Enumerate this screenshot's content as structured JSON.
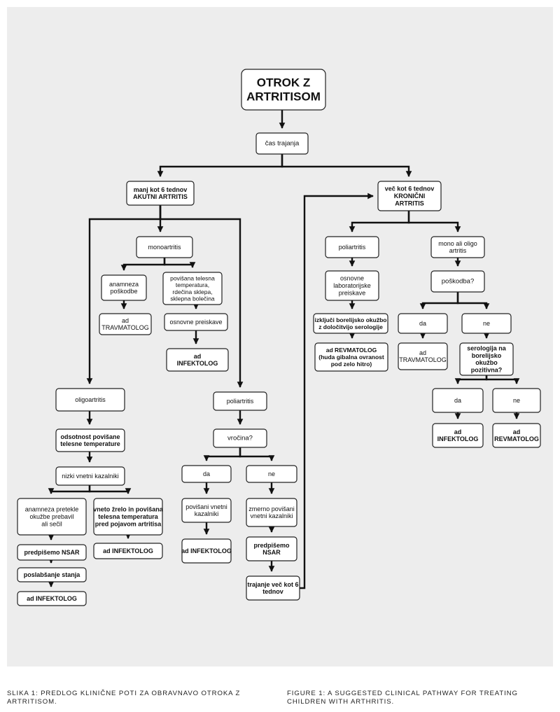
{
  "nodes": [
    {
      "id": "root",
      "lines": [
        "OTROK Z",
        "ARTRITISOM"
      ]
    },
    {
      "id": "cas",
      "lines": [
        "čas trajanja"
      ]
    },
    {
      "id": "akutni",
      "lines": [
        "manj kot 6 tednov",
        "AKUTNI ARTRITIS"
      ]
    },
    {
      "id": "kronicni",
      "lines": [
        "več kot 6 tednov",
        "KRONIČNI",
        "ARTRITIS"
      ]
    },
    {
      "id": "monoartritis",
      "lines": [
        "monoartritis"
      ]
    },
    {
      "id": "anamneza-poskodbe",
      "lines": [
        "anamneza",
        "poškodbe"
      ]
    },
    {
      "id": "povisana-temp",
      "lines": [
        "povišana telesna",
        "temperatura,",
        "rdečina sklepa,",
        "sklepna bolečina"
      ]
    },
    {
      "id": "ad-travmatolog-1",
      "lines": [
        "ad",
        "TRAVMATOLOG"
      ]
    },
    {
      "id": "osnovne-preiskave",
      "lines": [
        "osnovne preiskave"
      ]
    },
    {
      "id": "ad-infektolog-1",
      "lines": [
        "ad",
        "INFEKTOLOG"
      ]
    },
    {
      "id": "oligoartritis",
      "lines": [
        "oligoartritis"
      ]
    },
    {
      "id": "odsotnost",
      "lines": [
        "odsotnost povišane",
        "telesne temperature"
      ]
    },
    {
      "id": "nizki-kazalniki",
      "lines": [
        "nizki vnetni kazalniki"
      ]
    },
    {
      "id": "anamneza-pretekle",
      "lines": [
        "anamneza pretekle",
        "okužbe prebavil",
        "ali sečil"
      ]
    },
    {
      "id": "vneto-zrelo",
      "lines": [
        "vneto žrelo in povišana",
        "telesna temperatura",
        "pred pojavom artritisa"
      ]
    },
    {
      "id": "predpisemo-nsar-1",
      "lines": [
        "predpišemo NSAR"
      ]
    },
    {
      "id": "ad-infektolog-2",
      "lines": [
        "ad INFEKTOLOG"
      ]
    },
    {
      "id": "poslabsanje",
      "lines": [
        "poslabšanje stanja"
      ]
    },
    {
      "id": "ad-infektolog-3",
      "lines": [
        "ad INFEKTOLOG"
      ]
    },
    {
      "id": "poliartritis-akutni",
      "lines": [
        "poliartritis"
      ]
    },
    {
      "id": "vrocina",
      "lines": [
        "vročina?"
      ]
    },
    {
      "id": "da-vrocina",
      "lines": [
        "da"
      ]
    },
    {
      "id": "ne-vrocina",
      "lines": [
        "ne"
      ]
    },
    {
      "id": "povisani-kazalniki",
      "lines": [
        "povišani vnetni",
        "kazalniki"
      ]
    },
    {
      "id": "zmerno-povisani",
      "lines": [
        "zmerno povišani",
        "vnetni kazalniki"
      ]
    },
    {
      "id": "ad-infektolog-4",
      "lines": [
        "ad INFEKTOLOG"
      ]
    },
    {
      "id": "predpisemo-nsar-2",
      "lines": [
        "predpišemo",
        "NSAR"
      ]
    },
    {
      "id": "trajanje",
      "lines": [
        "trajanje več kot 6",
        "tednov"
      ]
    },
    {
      "id": "poliartritis-kronicni",
      "lines": [
        "poliartritis"
      ]
    },
    {
      "id": "mono-oligo",
      "lines": [
        "mono ali oligo",
        "artritis"
      ]
    },
    {
      "id": "osnovne-lab",
      "lines": [
        "osnovne",
        "laboratorijske",
        "preiskave"
      ]
    },
    {
      "id": "poskodba",
      "lines": [
        "poškodba?"
      ]
    },
    {
      "id": "izkljuci-borelijsko",
      "lines": [
        "izključi borelijsko okužbo",
        "z določitvijo serologije"
      ]
    },
    {
      "id": "da-poskodba",
      "lines": [
        "da"
      ]
    },
    {
      "id": "ne-poskodba",
      "lines": [
        "ne"
      ]
    },
    {
      "id": "ad-revmatolog-1",
      "lines": [
        "ad REVMATOLOG",
        "(huda gibalna ovranost",
        "pod zelo hitro)"
      ]
    },
    {
      "id": "ad-travmatolog-2",
      "lines": [
        "ad",
        "TRAVMATOLOG"
      ]
    },
    {
      "id": "serologija",
      "lines": [
        "serologija na",
        "borelijsko",
        "okužbo",
        "pozitivna?"
      ]
    },
    {
      "id": "da-serologija",
      "lines": [
        "da"
      ]
    },
    {
      "id": "ne-serologija",
      "lines": [
        "ne"
      ]
    },
    {
      "id": "ad-infektolog-5",
      "lines": [
        "ad",
        "INFEKTOLOG"
      ]
    },
    {
      "id": "ad-revmatolog-2",
      "lines": [
        "ad",
        "REVMATOLOG"
      ]
    }
  ],
  "edges": [
    [
      "root",
      "cas"
    ],
    [
      "cas",
      "akutni"
    ],
    [
      "cas",
      "kronicni"
    ],
    [
      "akutni",
      "monoartritis"
    ],
    [
      "akutni",
      "oligoartritis"
    ],
    [
      "akutni",
      "poliartritis-akutni"
    ],
    [
      "monoartritis",
      "anamneza-poskodbe"
    ],
    [
      "monoartritis",
      "povisana-temp"
    ],
    [
      "anamneza-poskodbe",
      "ad-travmatolog-1"
    ],
    [
      "povisana-temp",
      "osnovne-preiskave"
    ],
    [
      "osnovne-preiskave",
      "ad-infektolog-1"
    ],
    [
      "oligoartritis",
      "odsotnost"
    ],
    [
      "odsotnost",
      "nizki-kazalniki"
    ],
    [
      "nizki-kazalniki",
      "anamneza-pretekle"
    ],
    [
      "nizki-kazalniki",
      "vneto-zrelo"
    ],
    [
      "anamneza-pretekle",
      "predpisemo-nsar-1"
    ],
    [
      "vneto-zrelo",
      "ad-infektolog-2"
    ],
    [
      "predpisemo-nsar-1",
      "poslabsanje"
    ],
    [
      "poslabsanje",
      "ad-infektolog-3"
    ],
    [
      "poliartritis-akutni",
      "vrocina"
    ],
    [
      "vrocina",
      "da-vrocina"
    ],
    [
      "vrocina",
      "ne-vrocina"
    ],
    [
      "da-vrocina",
      "povisani-kazalniki"
    ],
    [
      "povisani-kazalniki",
      "ad-infektolog-4"
    ],
    [
      "ne-vrocina",
      "zmerno-povisani"
    ],
    [
      "zmerno-povisani",
      "predpisemo-nsar-2"
    ],
    [
      "predpisemo-nsar-2",
      "trajanje"
    ],
    [
      "trajanje",
      "kronicni"
    ],
    [
      "kronicni",
      "poliartritis-kronicni"
    ],
    [
      "kronicni",
      "mono-oligo"
    ],
    [
      "poliartritis-kronicni",
      "osnovne-lab"
    ],
    [
      "osnovne-lab",
      "izkljuci-borelijsko"
    ],
    [
      "izkljuci-borelijsko",
      "ad-revmatolog-1"
    ],
    [
      "mono-oligo",
      "poskodba"
    ],
    [
      "poskodba",
      "da-poskodba"
    ],
    [
      "poskodba",
      "ne-poskodba"
    ],
    [
      "da-poskodba",
      "ad-travmatolog-2"
    ],
    [
      "ne-poskodba",
      "serologija"
    ],
    [
      "serologija",
      "da-serologija"
    ],
    [
      "serologija",
      "ne-serologija"
    ],
    [
      "da-serologija",
      "ad-infektolog-5"
    ],
    [
      "ne-serologija",
      "ad-revmatolog-2"
    ]
  ],
  "captions": {
    "sl": "SLIKA 1: PREDLOG KLINIČNE POTI ZA OBRAVNAVO OTROKA Z ARTRITISOM.",
    "en": "FIGURE 1: A SUGGESTED CLINICAL PATHWAY FOR TREATING CHILDREN WITH ARTHRITIS."
  }
}
